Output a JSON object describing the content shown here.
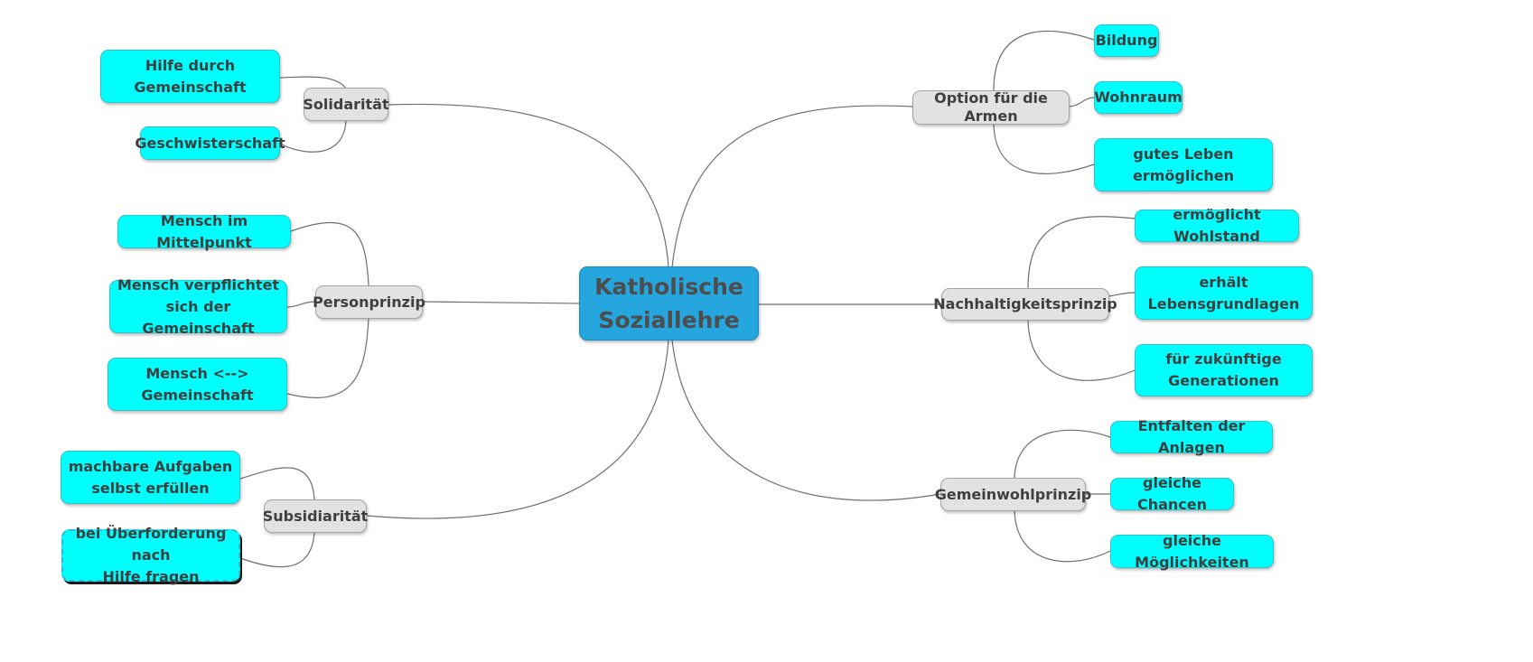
{
  "mindmap": {
    "center": {
      "label": "Katholische\nSoziallehre"
    },
    "branches": [
      {
        "label": "Solidarität",
        "children": [
          "Hilfe durch\nGemeinschaft",
          "Geschwisterschaft"
        ]
      },
      {
        "label": "Personprinzip",
        "children": [
          "Mensch im Mittelpunkt",
          "Mensch verpflichtet\nsich der Gemeinschaft",
          "Mensch <-->\nGemeinschaft"
        ]
      },
      {
        "label": "Subsidiarität",
        "children": [
          "machbare Aufgaben\nselbst erfüllen",
          "bei Überforderung nach\nHilfe fragen"
        ]
      },
      {
        "label": "Option für die Armen",
        "children": [
          "Bildung",
          "Wohnraum",
          "gutes Leben\nermöglichen"
        ]
      },
      {
        "label": "Nachhaltigkeitsprinzip",
        "children": [
          "ermöglicht Wohlstand",
          "erhält\nLebensgrundlagen",
          "für zukünftige\nGenerationen"
        ]
      },
      {
        "label": "Gemeinwohlprinzip",
        "children": [
          "Entfalten der Anlagen",
          "gleiche Chancen",
          "gleiche Möglichkeiten"
        ]
      }
    ],
    "colors": {
      "center_fill": "#26a6df",
      "branch_fill": "#e2e2e2",
      "leaf_fill": "#00ffff",
      "connector": "#6e6e6e"
    }
  }
}
